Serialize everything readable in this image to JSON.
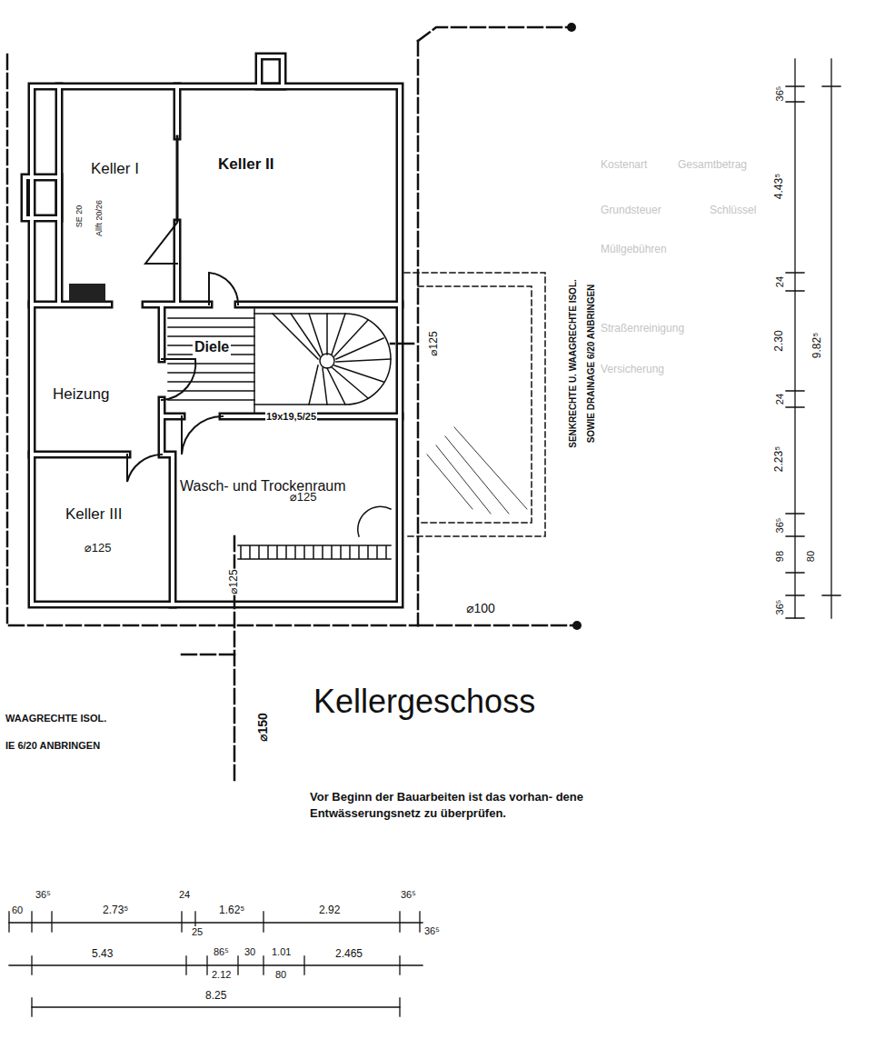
{
  "diagram": {
    "title": "Kellergeschoss",
    "nodes": [
      {
        "text": [
          "Keller I"
        ]
      },
      {
        "text": [
          "Keller II"
        ]
      },
      {
        "text": [
          "Diele"
        ]
      },
      {
        "text": [
          "Heizung"
        ]
      },
      {
        "text": [
          "Wasch- und Trockenraum"
        ]
      },
      {
        "text": [
          "Keller III"
        ]
      }
    ],
    "labels": [
      "SE 20",
      "Allft 20/26",
      "19x19,5/25",
      "⌀125",
      "⌀125",
      "⌀125",
      "⌀125",
      "⌀100",
      "⌀150",
      "SENKRECHTE U. WAAGRECHTE ISOL.",
      "SOWIE DRAINAGE 6/20 ANBRINGEN",
      "WAAGRECHTE ISOL.",
      "IE 6/20 ANBRINGEN",
      "Vor Beginn der Bauarbeiten ist das vorhan- dene Entwässerungsnetz zu überprüfen.",
      "60",
      "36⁵",
      "2.73⁵",
      "24",
      "25",
      "1.62⁵",
      "2.92",
      "36⁵",
      "36⁵",
      "5.43",
      "86⁵",
      "2.12",
      "30",
      "1.01",
      "80",
      "2.465",
      "8.25",
      "36⁵",
      "4.43⁵",
      "24",
      "2.30",
      "24",
      "2.23⁵",
      "36⁵",
      "98",
      "80",
      "36⁵",
      "9.82⁵",
      "Kostenart",
      "Gesamtbetrag",
      "Schlüssel",
      "Grundsteuer",
      "Müllgebühren",
      "Straßenreinigung",
      "Versicherung"
    ]
  }
}
